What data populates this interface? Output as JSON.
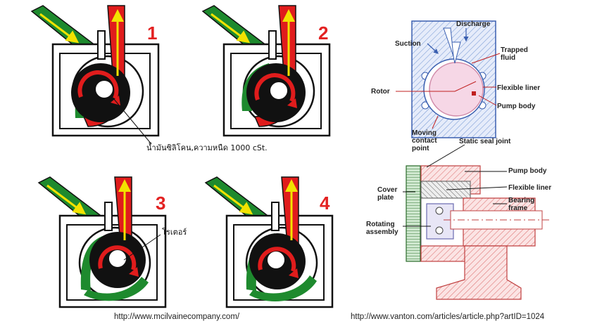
{
  "pump_steps": [
    "1",
    "2",
    "3",
    "4"
  ],
  "annotations": {
    "silicone_oil": "น้ำมันซิลิโคน,ความหนืด 1000 cSt.",
    "rotor": "โรเตอร์"
  },
  "cross_section": {
    "labels": {
      "discharge": "Discharge",
      "suction": "Suction",
      "trapped_fluid": "Trapped fluid",
      "rotor": "Rotor",
      "flexible_liner": "Flexible liner",
      "pump_body": "Pump body",
      "moving_contact_point": "Moving contact point"
    }
  },
  "assembly": {
    "labels": {
      "static_seal_joint": "Static seal joint",
      "pump_body": "Pump body",
      "cover_plate": "Cover plate",
      "flexible_liner": "Flexible liner",
      "bearing_frame": "Bearing frame",
      "rotating_assembly": "Rotating assembly"
    }
  },
  "sources": {
    "left": "http://www.mcilvainecompany.com/",
    "right": "http://www.vanton.com/articles/article.php?artID=1024"
  },
  "colors": {
    "suction_flow": "#1e8a2e",
    "discharge_flow": "#e01c1c",
    "arrow": "#f2e200",
    "rotor": "#111111",
    "section_blue": "#7fa0d8",
    "section_red": "#e07a7a"
  }
}
